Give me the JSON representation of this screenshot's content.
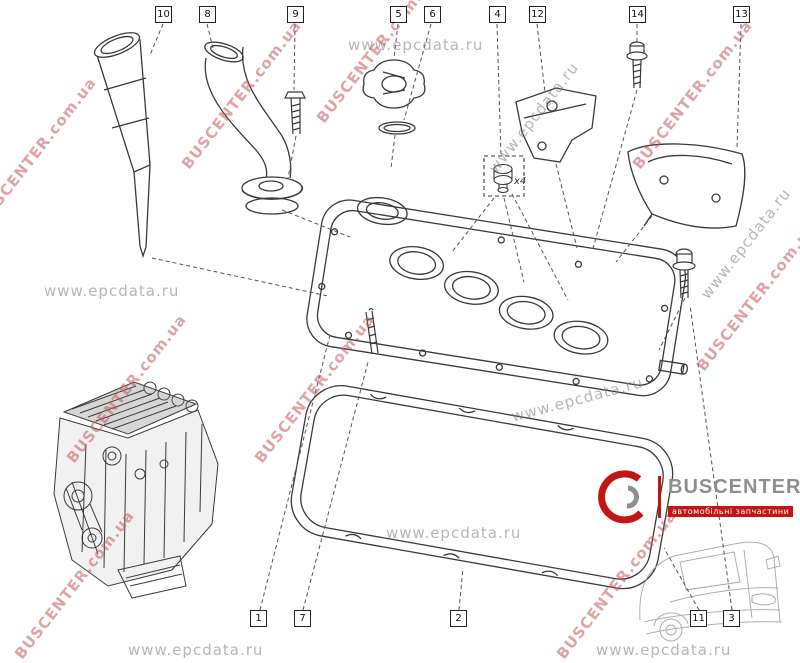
{
  "watermarks": {
    "brand": "BUSCENTER.com.ua",
    "site": "www.epcdata.ru"
  },
  "callouts": {
    "top": [
      "10",
      "8",
      "9",
      "5",
      "6",
      "4",
      "12",
      "14",
      "13"
    ],
    "bottom": [
      "1",
      "7",
      "2",
      "11",
      "3"
    ]
  },
  "annotations": {
    "multiplier": "x4"
  },
  "logo": {
    "name": "BUSCENTER",
    "tagline": "автомобільні запчастини"
  },
  "colors": {
    "line": "#3a3a3a",
    "watermark_red": "#c95656",
    "watermark_gray": "#80868c",
    "logo_red": "#c41414",
    "logo_gray": "#8f8f8f"
  }
}
